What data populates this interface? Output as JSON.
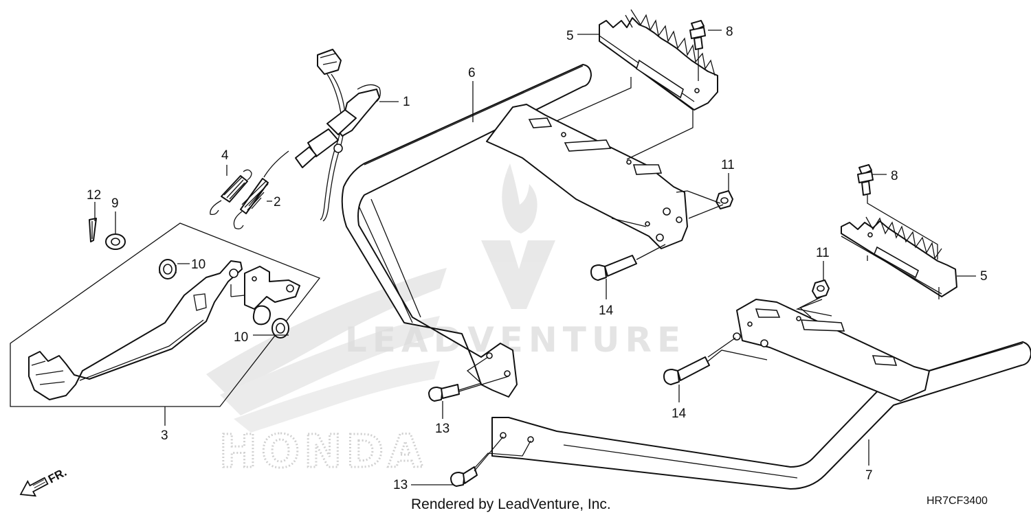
{
  "callouts": {
    "c1": "1",
    "c2": "2",
    "c3": "3",
    "c4": "4",
    "c5a": "5",
    "c5b": "5",
    "c6": "6",
    "c7": "7",
    "c8a": "8",
    "c8b": "8",
    "c9": "9",
    "c10a": "10",
    "c10b": "10",
    "c11a": "11",
    "c11b": "11",
    "c12": "12",
    "c13a": "13",
    "c13b": "13",
    "c14a": "14",
    "c14b": "14"
  },
  "footer": {
    "credit": "Rendered by LeadVenture, Inc.",
    "diagram_code": "HR7CF3400",
    "front_indicator": "FR."
  },
  "watermark": {
    "brand_text": "LEADVENTURE",
    "oem_text": "HONDA"
  },
  "colors": {
    "line": "#111111",
    "watermark": "#d4d4d4",
    "background": "#ffffff"
  }
}
